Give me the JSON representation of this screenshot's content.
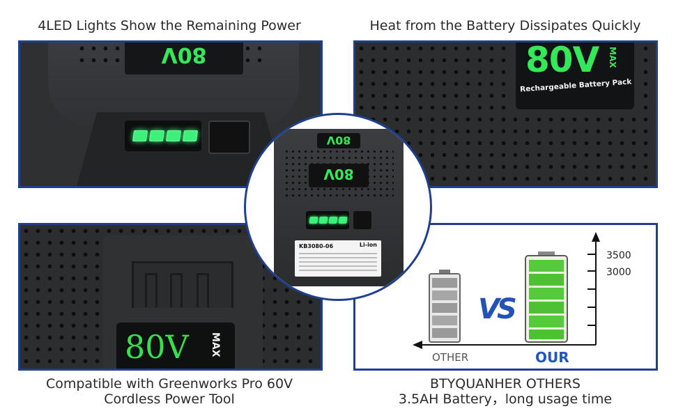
{
  "captions": {
    "top_left": "4LED Lights Show the Remaining Power",
    "top_right": "Heat from the Battery Dissipates Quickly",
    "bottom_left_line1": "Compatible with Greenworks Pro 60V",
    "bottom_left_line2": "Cordless Power Tool",
    "bottom_right_line1": "BTYQUANHER  OTHERS",
    "bottom_right_line2": "3.5AH Battery，long usage time"
  },
  "labels": {
    "voltage": "80V",
    "max": "MAX",
    "pack": "Rechargeable Battery Pack",
    "model": "KB3080-06",
    "chem": "Li-ion"
  },
  "comparison": {
    "vs": "VS",
    "other_label": "OTHER",
    "our_label": "OUR",
    "tick_high": "3500",
    "tick_low": "3000"
  },
  "colors": {
    "frame": "#1f3f8f",
    "led_green": "#3cf07a",
    "vs_blue": "#2453b5",
    "our_blue": "#1f55c8"
  }
}
